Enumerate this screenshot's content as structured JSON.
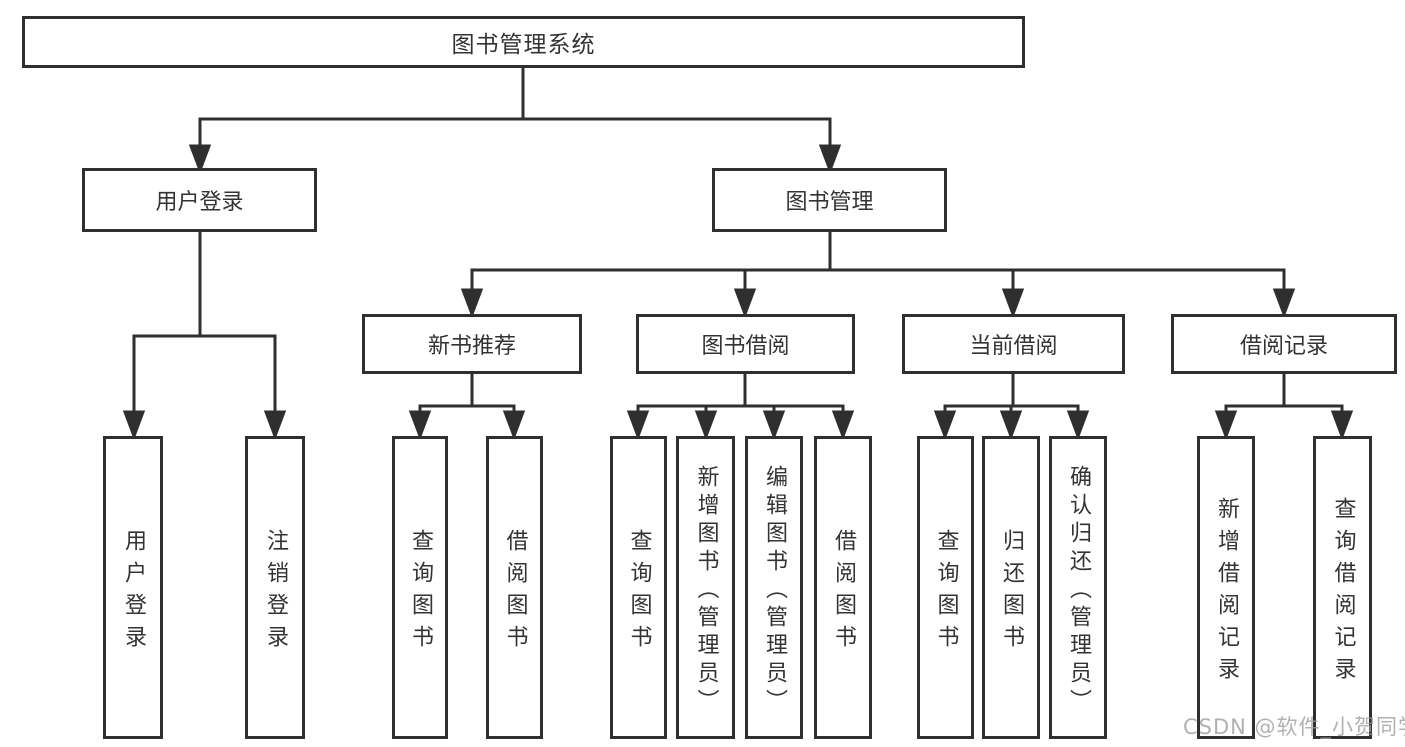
{
  "nodes": {
    "root": "图书管理系统",
    "user_login": "用户登录",
    "book_mgmt": "图书管理",
    "new_book_rec": "新书推荐",
    "book_borrow": "图书借阅",
    "current_borrow": "当前借阅",
    "borrow_records": "借阅记录",
    "ul_user_login": "用户登录",
    "ul_logout": "注销登录",
    "nbr_query_book": "查询图书",
    "nbr_borrow_book": "借阅图书",
    "bb_query_book": "查询图书",
    "bb_add_book": "新增图书（管理员）",
    "bb_edit_book": "编辑图书（管理员）",
    "bb_borrow_book": "借阅图书",
    "cb_query_book": "查询图书",
    "cb_return_book": "归还图书",
    "cb_confirm_return": "确认归还（管理员）",
    "br_add_record": "新增借阅记录",
    "br_query_record": "查询借阅记录"
  },
  "watermark": "CSDN @软件_小贺同学",
  "colors": {
    "line": "#2f2f2f",
    "text": "#333333",
    "background": "#ffffff",
    "watermark": "#9e9e9e"
  }
}
